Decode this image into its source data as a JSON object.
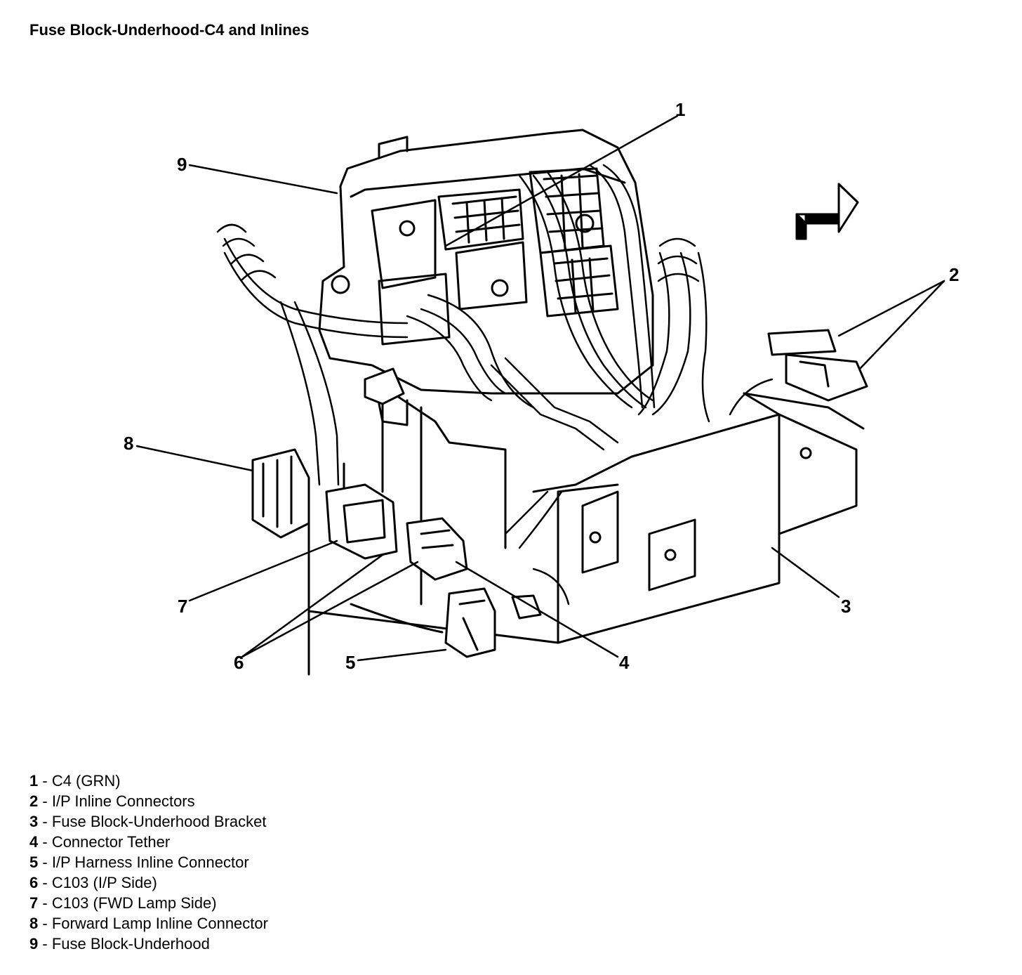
{
  "title": "Fuse Block-Underhood-C4 and Inlines",
  "callouts": [
    "1",
    "2",
    "3",
    "4",
    "5",
    "6",
    "7",
    "8",
    "9"
  ],
  "legend": [
    {
      "num": "1",
      "sep": " - ",
      "text": "C4 (GRN)"
    },
    {
      "num": "2",
      "sep": " - ",
      "text": "I/P Inline Connectors"
    },
    {
      "num": "3",
      "sep": " - ",
      "text": "Fuse Block-Underhood Bracket"
    },
    {
      "num": "4",
      "sep": " - ",
      "text": "Connector Tether"
    },
    {
      "num": "5",
      "sep": " - ",
      "text": "I/P Harness Inline Connector"
    },
    {
      "num": "6",
      "sep": " - ",
      "text": "C103 (I/P Side)"
    },
    {
      "num": "7",
      "sep": " - ",
      "text": "C103 (FWD Lamp Side)"
    },
    {
      "num": "8",
      "sep": " - ",
      "text": "Forward Lamp Inline Connector"
    },
    {
      "num": "9",
      "sep": " - ",
      "text": "Fuse Block-Underhood"
    }
  ],
  "icons": {
    "direction": "forward-arrow-icon"
  }
}
